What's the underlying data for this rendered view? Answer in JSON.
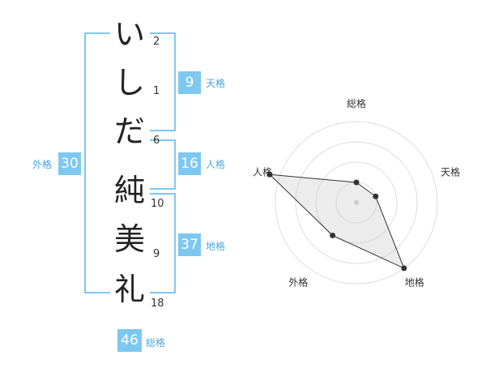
{
  "name_chars": [
    "い",
    "し",
    "だ",
    "純",
    "美",
    "礼"
  ],
  "stroke_counts": [
    "2",
    "1",
    "6",
    "10",
    "9",
    "18"
  ],
  "scores": {
    "tenkaku": {
      "value": "9",
      "label": "天格"
    },
    "jinkaku": {
      "value": "16",
      "label": "人格"
    },
    "chikaku": {
      "value": "37",
      "label": "地格"
    },
    "gaikaku": {
      "value": "30",
      "label": "外格"
    },
    "soukaku": {
      "value": "46",
      "label": "総格"
    }
  },
  "chart_data": {
    "type": "radar",
    "axes": [
      "総格",
      "天格",
      "地格",
      "外格",
      "人格"
    ],
    "max": 4,
    "rings": 4,
    "values": [
      1,
      1,
      4,
      2,
      4.5
    ]
  }
}
